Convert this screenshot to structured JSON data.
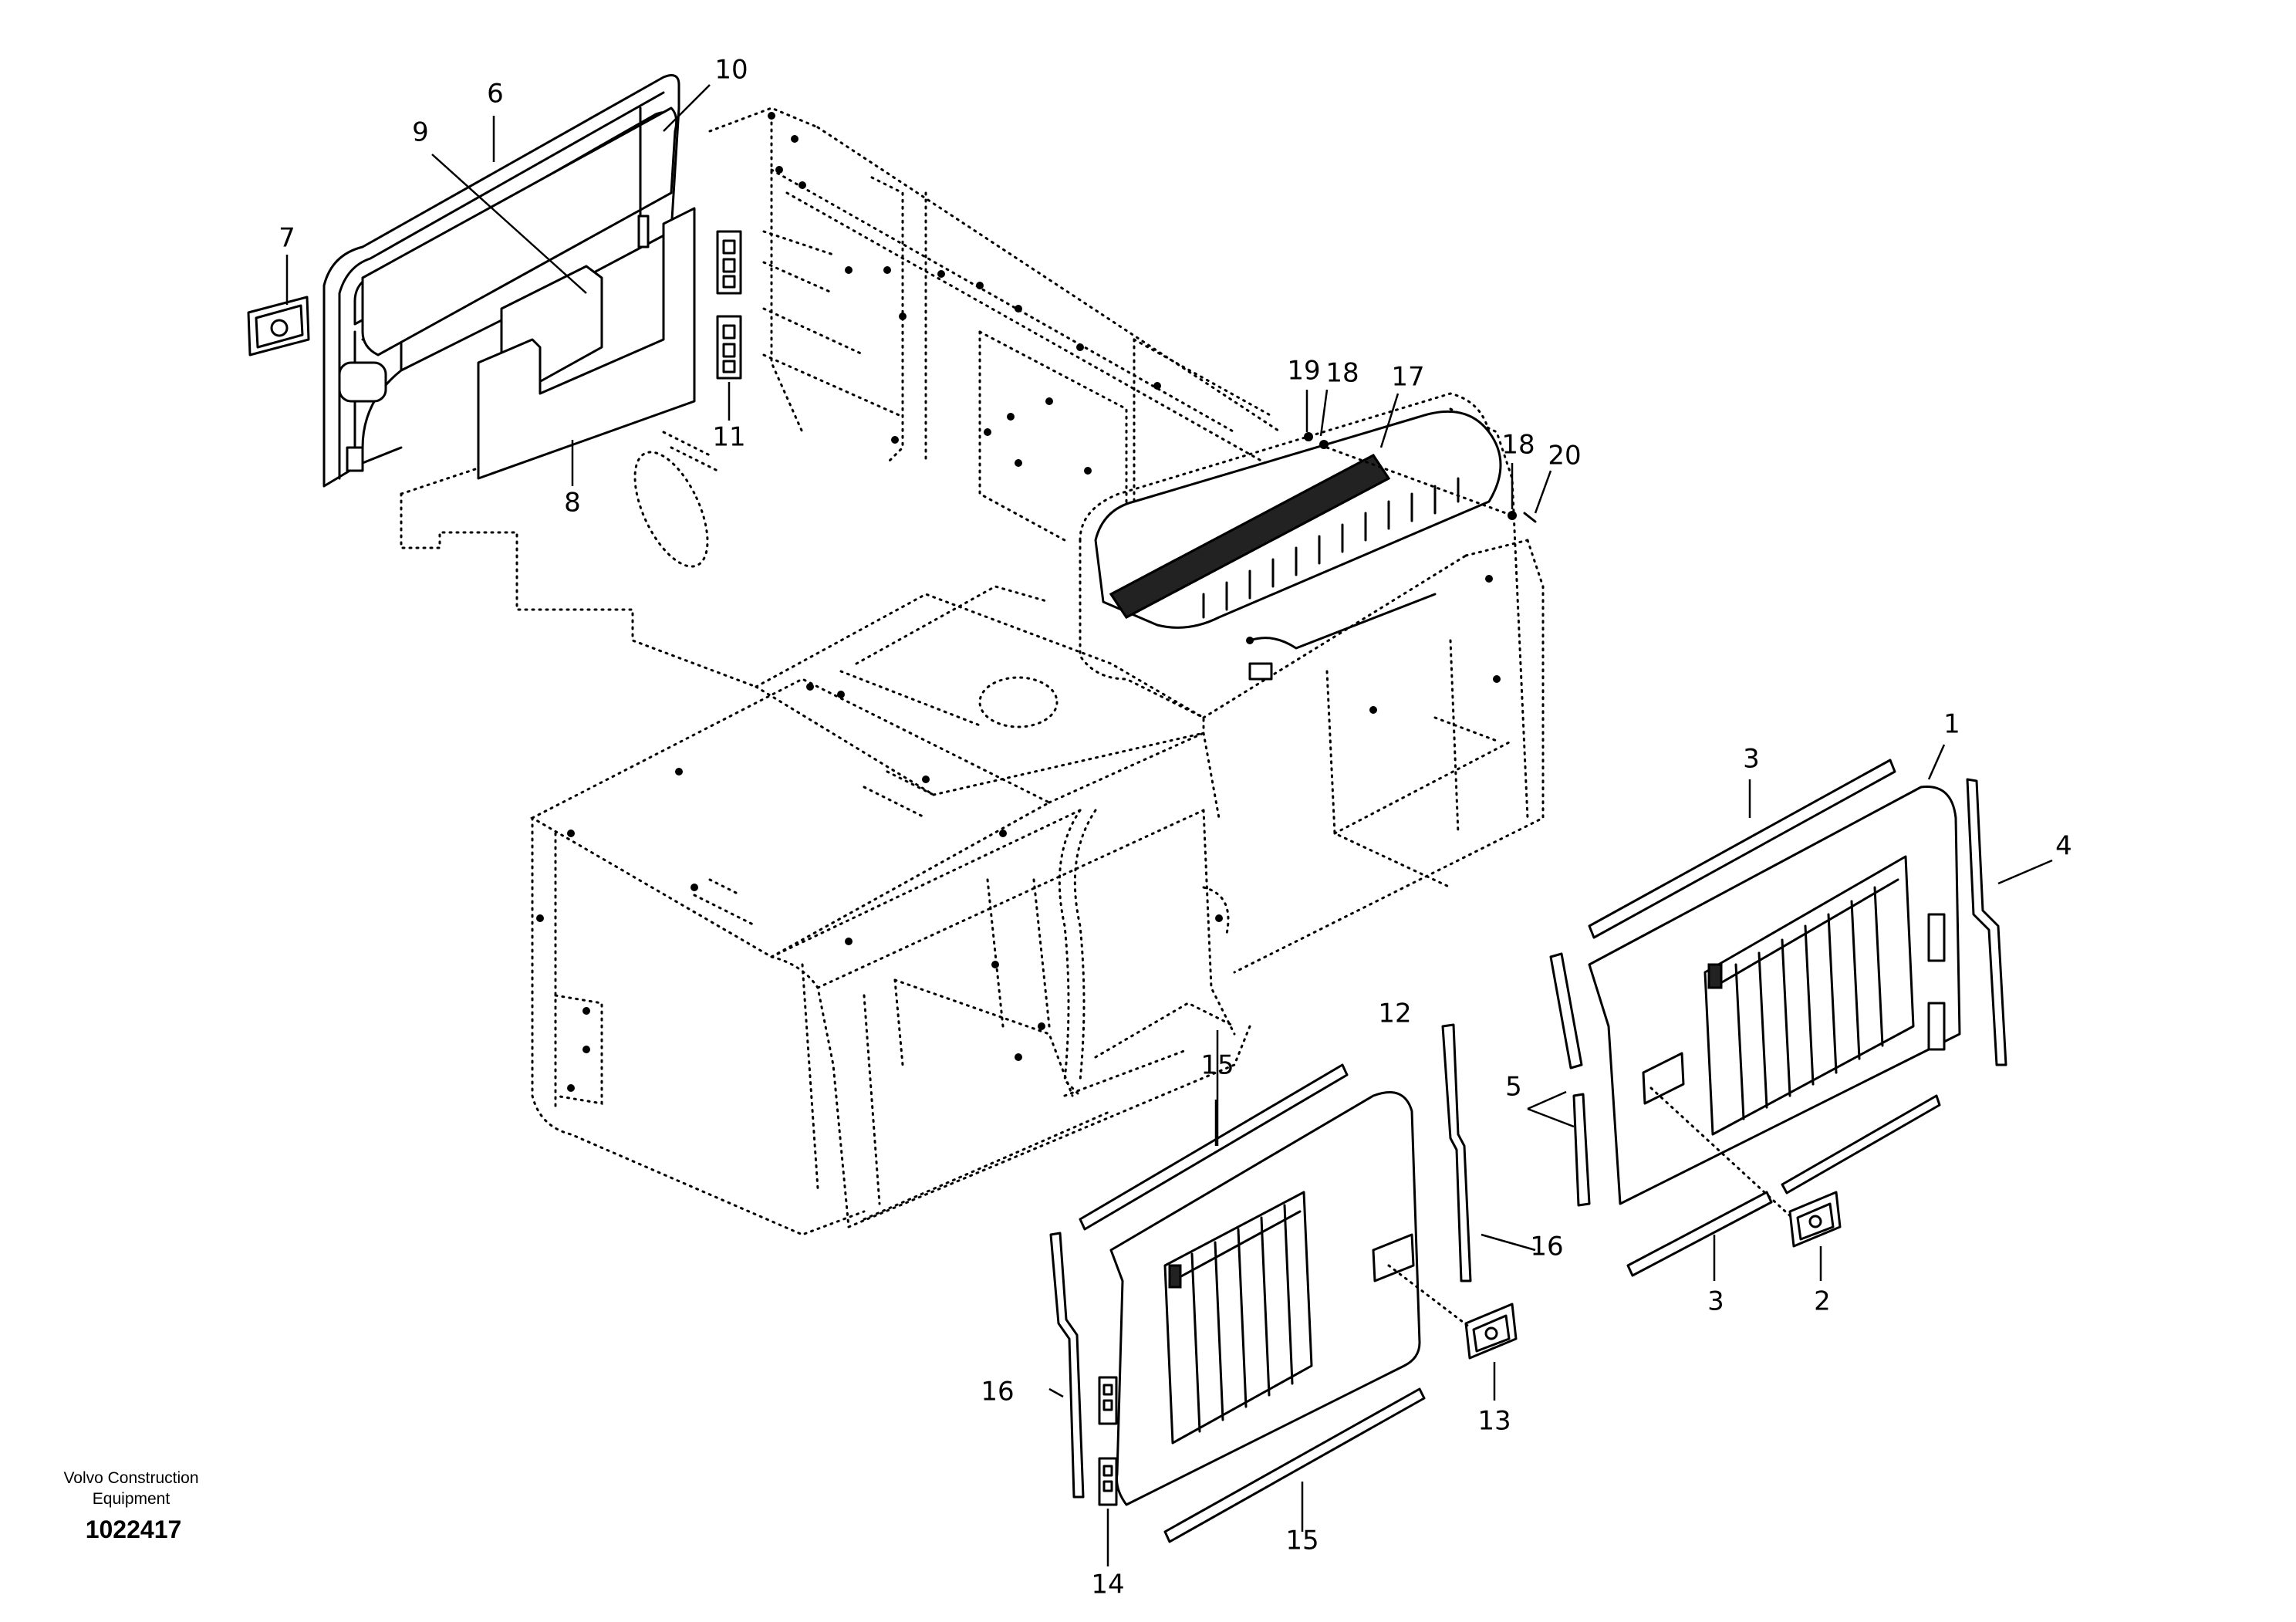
{
  "brand": {
    "line1": "Volvo Construction",
    "line2": "Equipment"
  },
  "doc_number": "1022417",
  "callouts": [
    {
      "id": "c1",
      "label": "1"
    },
    {
      "id": "c2",
      "label": "2"
    },
    {
      "id": "c3a",
      "label": "3"
    },
    {
      "id": "c3b",
      "label": "3"
    },
    {
      "id": "c4",
      "label": "4"
    },
    {
      "id": "c5",
      "label": "5"
    },
    {
      "id": "c6",
      "label": "6"
    },
    {
      "id": "c7",
      "label": "7"
    },
    {
      "id": "c8",
      "label": "8"
    },
    {
      "id": "c9",
      "label": "9"
    },
    {
      "id": "c10",
      "label": "10"
    },
    {
      "id": "c11",
      "label": "11"
    },
    {
      "id": "c12",
      "label": "12"
    },
    {
      "id": "c13",
      "label": "13"
    },
    {
      "id": "c14",
      "label": "14"
    },
    {
      "id": "c15a",
      "label": "15"
    },
    {
      "id": "c15b",
      "label": "15"
    },
    {
      "id": "c16a",
      "label": "16"
    },
    {
      "id": "c16b",
      "label": "16"
    },
    {
      "id": "c17",
      "label": "17"
    },
    {
      "id": "c18a",
      "label": "18"
    },
    {
      "id": "c18b",
      "label": "18"
    },
    {
      "id": "c19",
      "label": "19"
    },
    {
      "id": "c20",
      "label": "20"
    }
  ]
}
